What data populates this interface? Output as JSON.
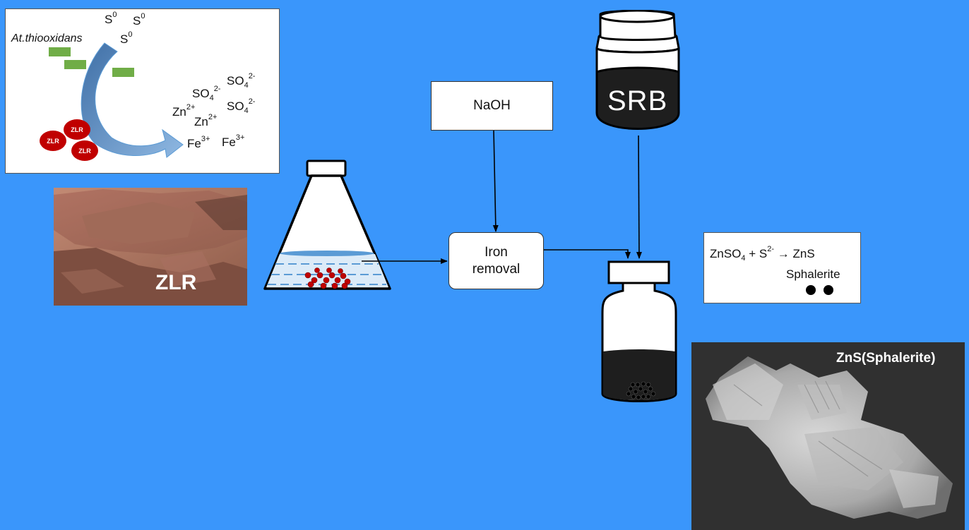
{
  "bioleach": {
    "organism": "At.thiooxidans",
    "s0_a": "S",
    "s0_b": "S",
    "s0_c": "S",
    "s0_sup": "0",
    "so4_base": "SO",
    "so4_sub": "4",
    "so4_sup": "2-",
    "zn_base": "Zn",
    "zn_sup": "2+",
    "fe_base": "Fe",
    "fe_sup": "3+",
    "particle_label": "ZLR"
  },
  "zlr_photo": {
    "label": "ZLR"
  },
  "naoh_box": {
    "label": "NaOH"
  },
  "iron_box": {
    "line1": "Iron",
    "line2": "removal"
  },
  "srb_jar": {
    "label": "SRB"
  },
  "equation": {
    "reactant_base": "ZnSO",
    "reactant_sub": "4",
    "plus": " + ",
    "sulfide_base": "S",
    "sulfide_sup": "2-",
    "arrow": " → ",
    "product": "ZnS",
    "mineral": "Sphalerite"
  },
  "zns_photo": {
    "label": "ZnS(Sphalerite)"
  },
  "colors": {
    "background": "#3a96fb",
    "leach_arrow": "#5b9bd5",
    "bacteria": "#70ad47",
    "particle": "#c00000",
    "sludge": "#1e1e1e"
  }
}
